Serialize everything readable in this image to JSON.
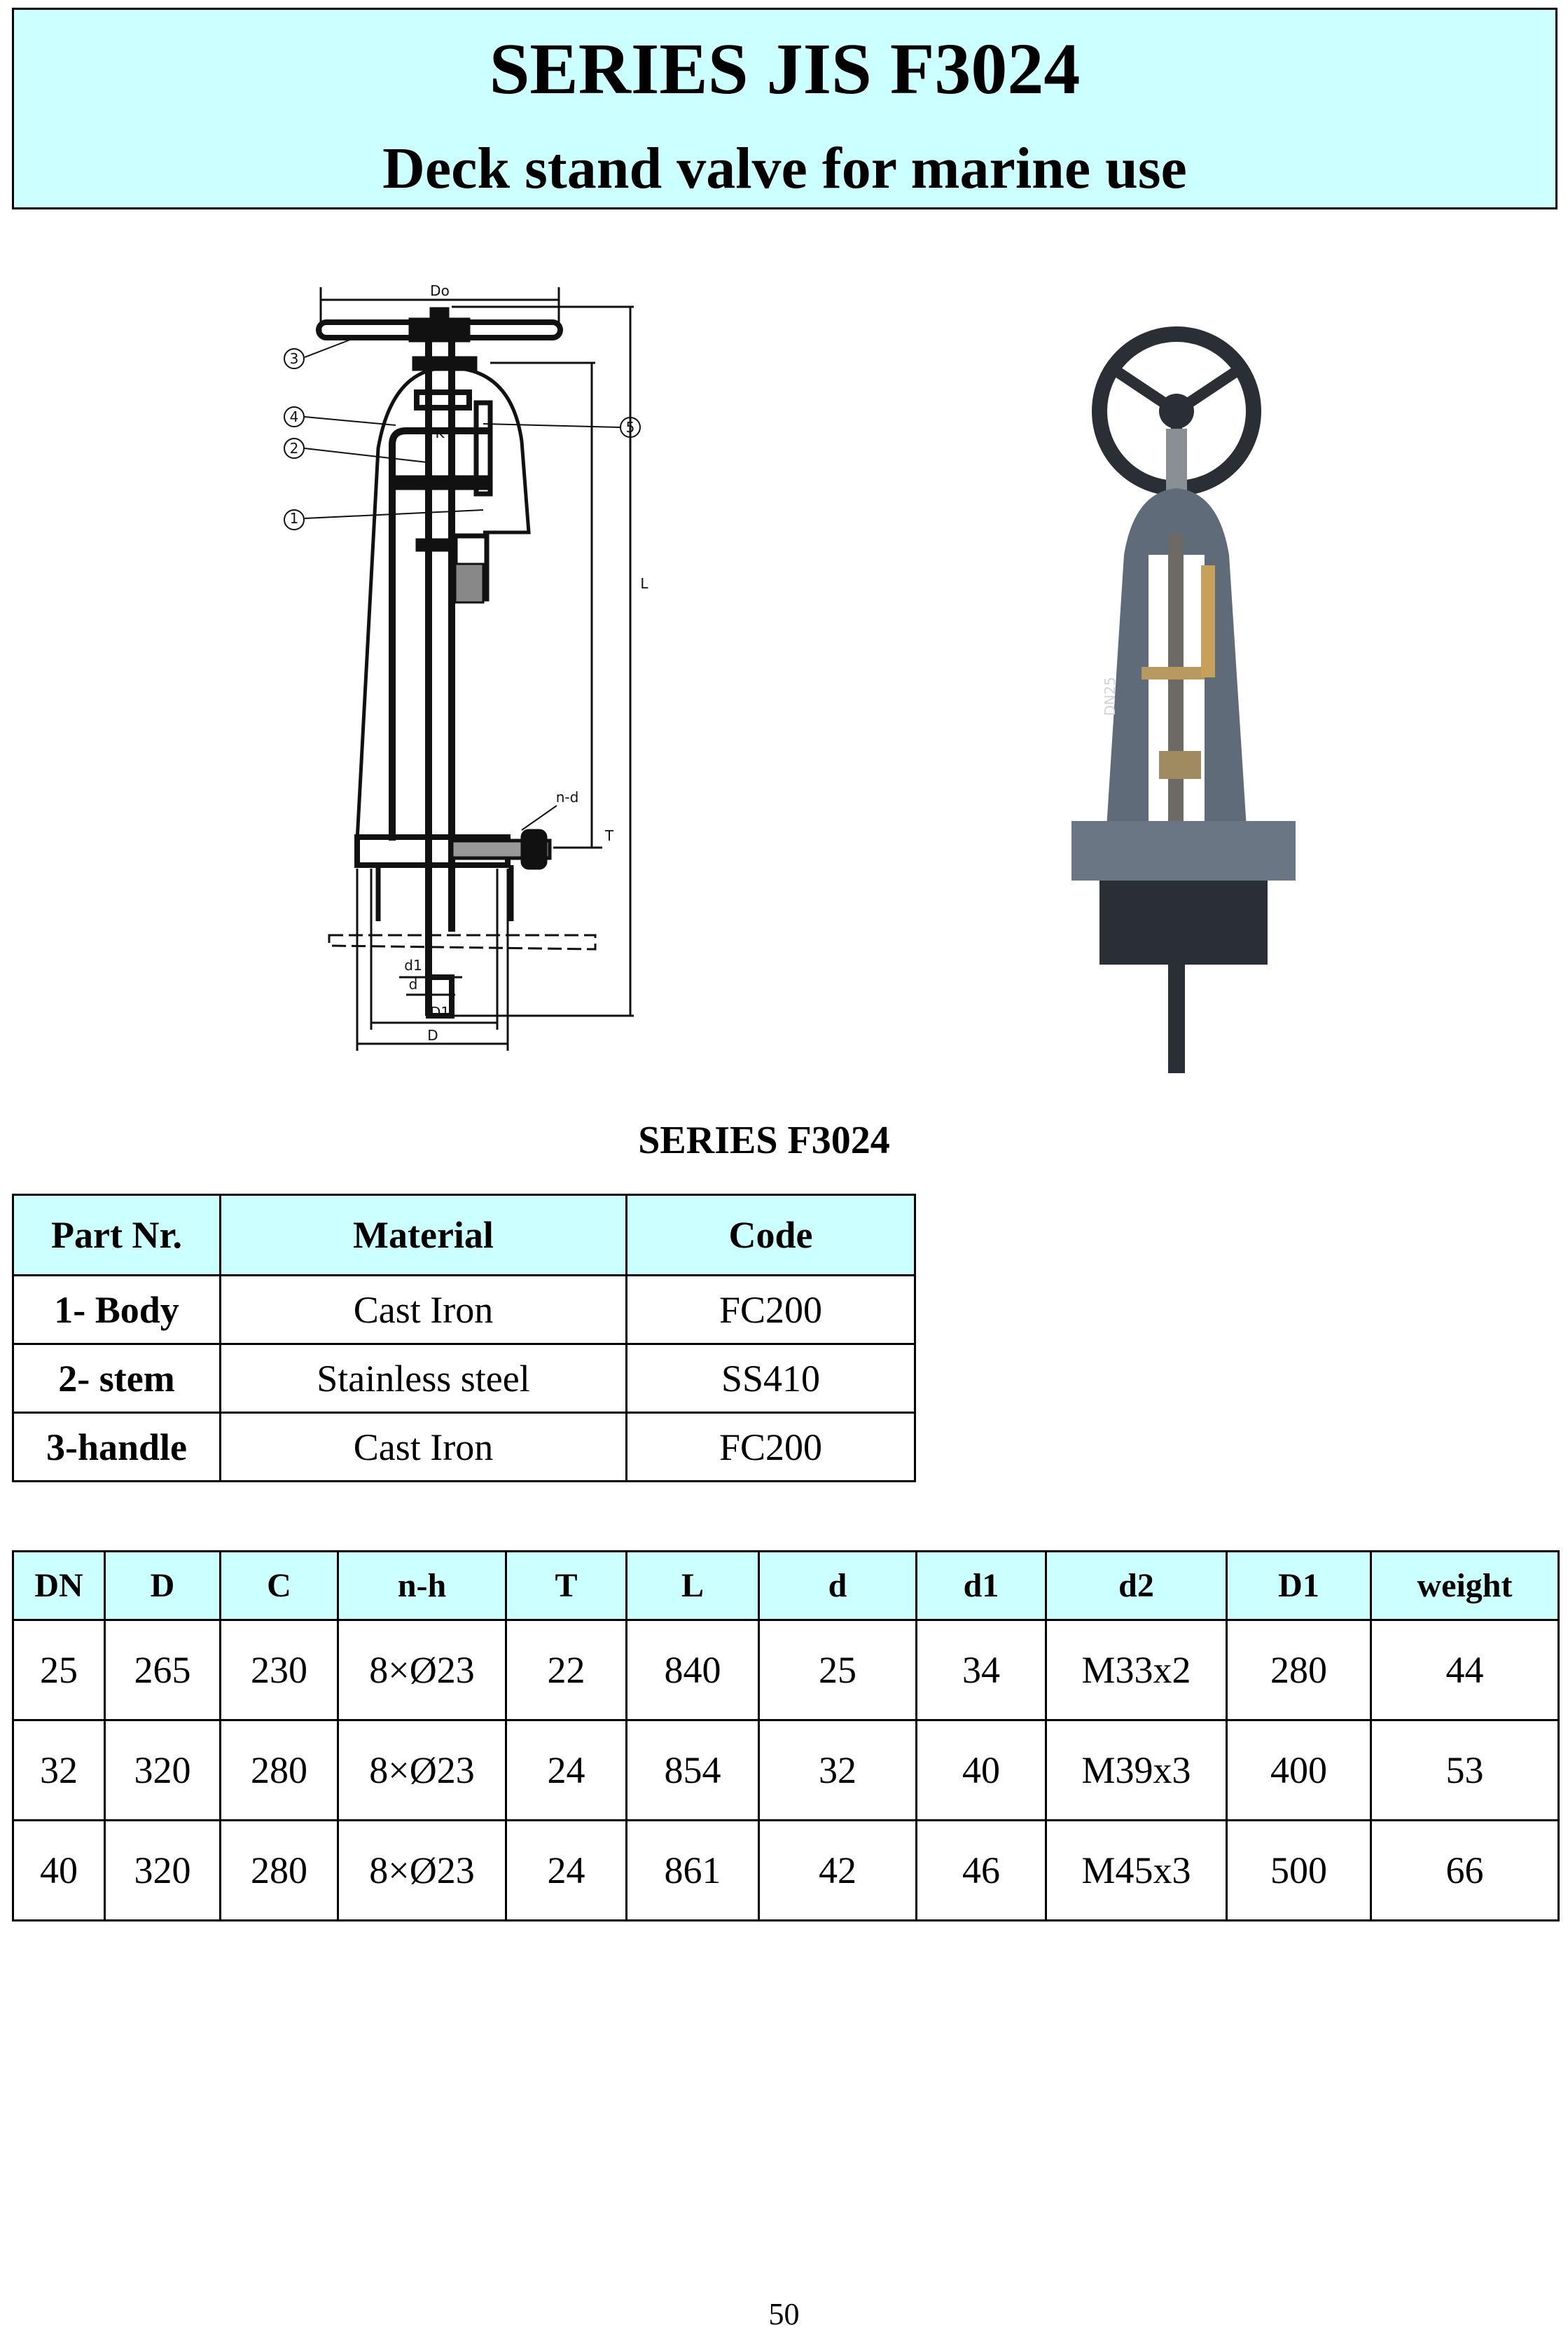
{
  "header": {
    "title": "SERIES JIS F3024",
    "subtitle": "Deck stand valve for marine use"
  },
  "drawing": {
    "dimension_labels": {
      "Do": "Do",
      "L": "L",
      "n_d": "n-d",
      "T": "T",
      "d1": "d1",
      "d": "d",
      "D1": "D1",
      "D": "D",
      "K": "K"
    },
    "callouts": [
      "1",
      "2",
      "3",
      "4",
      "5"
    ]
  },
  "photo": {
    "body_marking": "DN25"
  },
  "colors": {
    "header_bg": "#ccffff",
    "valve_body": "#5f6b78"
  },
  "series_caption": "SERIES F3024",
  "parts_table": {
    "headers": [
      "Part Nr.",
      "Material",
      "Code"
    ],
    "rows": [
      [
        "1- Body",
        "Cast Iron",
        "FC200"
      ],
      [
        "2- stem",
        "Stainless steel",
        "SS410"
      ],
      [
        "3-handle",
        "Cast Iron",
        "FC200"
      ]
    ]
  },
  "dims_table": {
    "headers": [
      "DN",
      "D",
      "C",
      "n-h",
      "T",
      "L",
      "d",
      "d1",
      "d2",
      "D1",
      "weight"
    ],
    "rows": [
      [
        "25",
        "265",
        "230",
        "8×Ø23",
        "22",
        "840",
        "25",
        "34",
        "M33x2",
        "280",
        "44"
      ],
      [
        "32",
        "320",
        "280",
        "8×Ø23",
        "24",
        "854",
        "32",
        "40",
        "M39x3",
        "400",
        "53"
      ],
      [
        "40",
        "320",
        "280",
        "8×Ø23",
        "24",
        "861",
        "42",
        "46",
        "M45x3",
        "500",
        "66"
      ]
    ]
  },
  "page_number": "50"
}
